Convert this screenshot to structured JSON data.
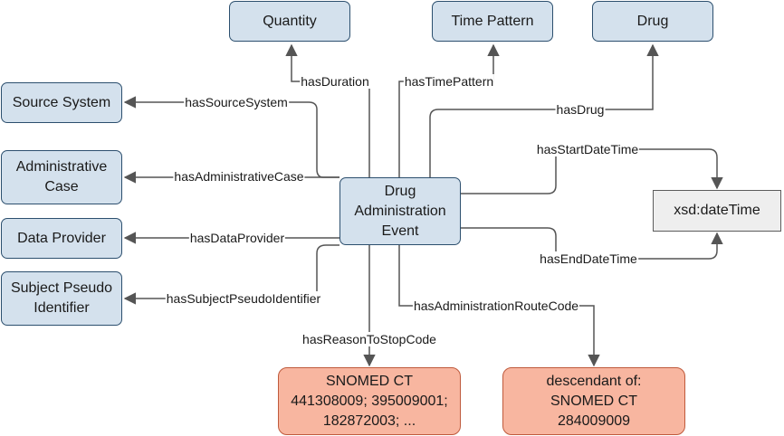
{
  "diagram": {
    "nodes": {
      "quantity": "Quantity",
      "time_pattern": "Time Pattern",
      "drug": "Drug",
      "source_system": "Source System",
      "administrative_case": "Administrative\nCase",
      "data_provider": "Data Provider",
      "subject_pseudo_identifier": "Subject Pseudo\nIdentifier",
      "drug_administration_event": "Drug\nAdministration\nEvent",
      "xsd_datetime": "xsd:dateTime",
      "snomed_stop_codes": "SNOMED CT\n441308009; 395009001;\n182872003; ...",
      "snomed_route_code": "descendant of:\nSNOMED CT\n284009009"
    },
    "edges": {
      "has_duration": "hasDuration",
      "has_time_pattern": "hasTimePattern",
      "has_drug": "hasDrug",
      "has_source_system": "hasSourceSystem",
      "has_start_date_time": "hasStartDateTime",
      "has_administrative_case": "hasAdministrativeCase",
      "has_data_provider": "hasDataProvider",
      "has_end_date_time": "hasEndDateTime",
      "has_subject_pseudo_identifier": "hasSubjectPseudoIdentifier",
      "has_administration_route_code": "hasAdministrationRouteCode",
      "has_reason_to_stop_code": "hasReasonToStopCode"
    },
    "colors": {
      "class_fill": "#d4e1ed",
      "class_border": "#2c4f6e",
      "value_fill": "#f8b6a0",
      "value_border": "#bf5a3c",
      "datatype_fill": "#eeeeee",
      "datatype_border": "#5c5c5c",
      "edge": "#555555"
    }
  }
}
